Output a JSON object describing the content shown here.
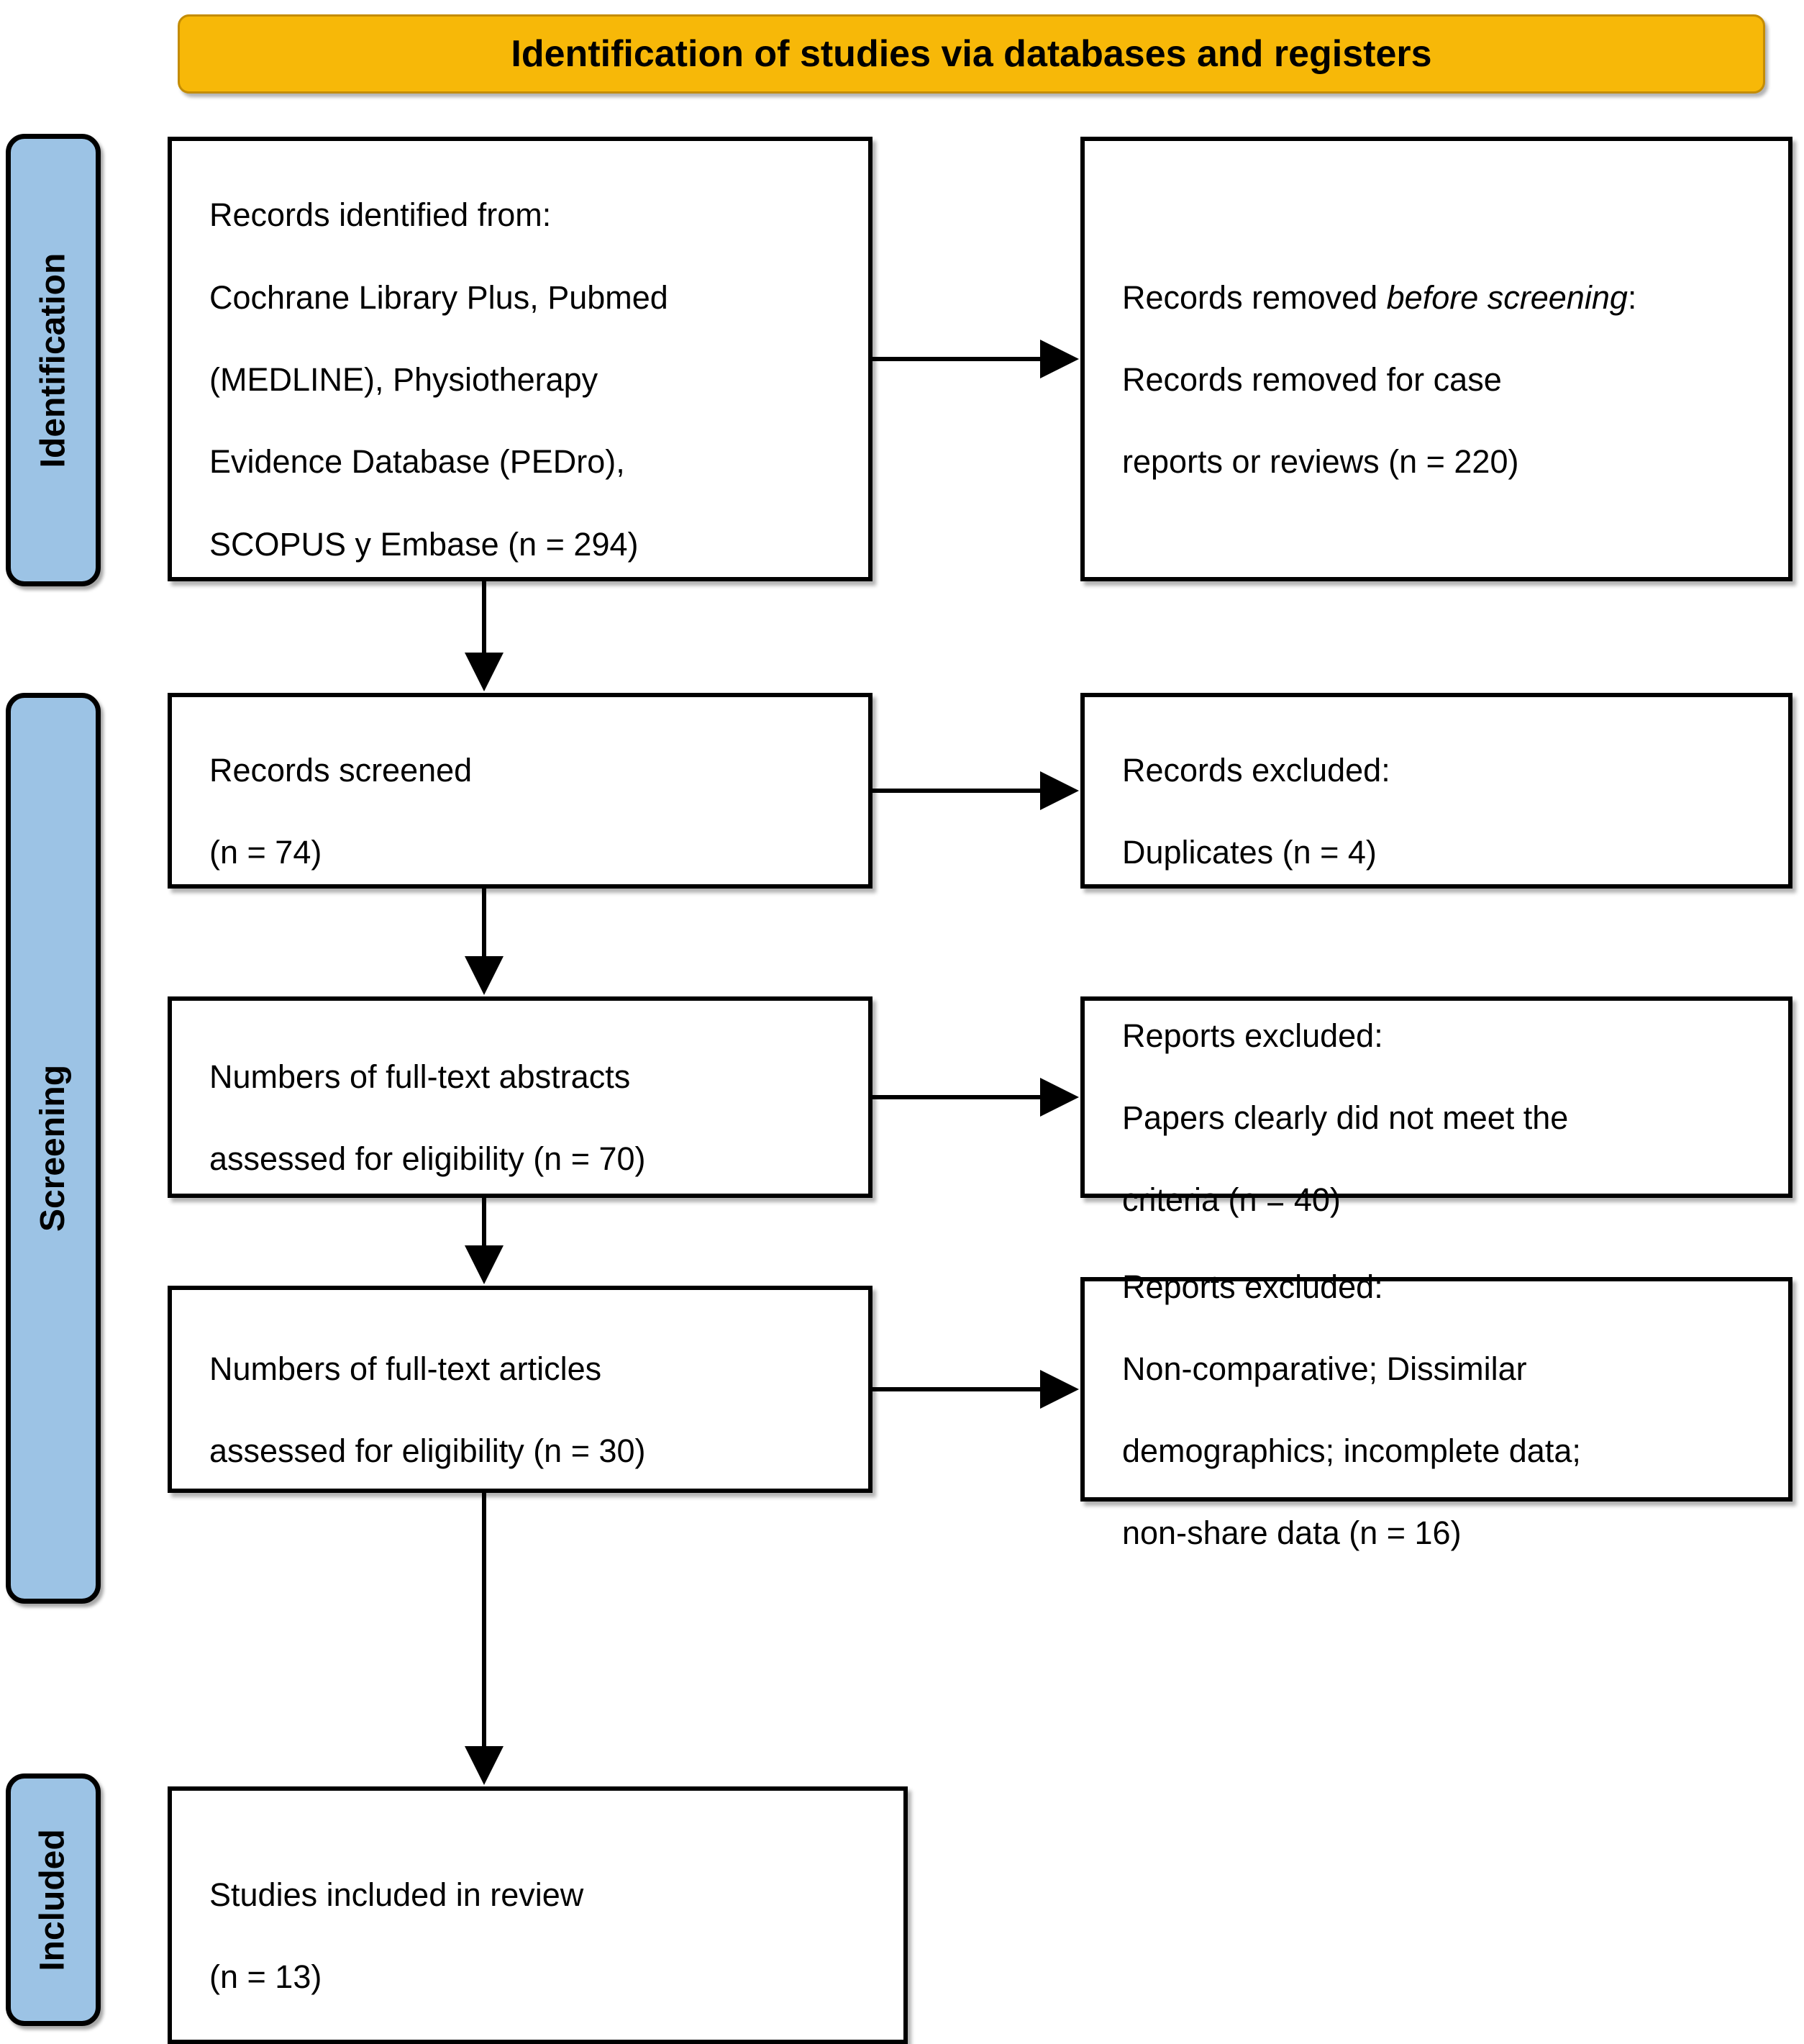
{
  "banner": {
    "title": "Identification of studies via databases and registers",
    "color": "#F7B808"
  },
  "stages": [
    {
      "key": "identification",
      "label": "Identification",
      "color": "#9CC3E5"
    },
    {
      "key": "screening",
      "label": "Screening",
      "color": "#9CC3E5"
    },
    {
      "key": "included",
      "label": "Included",
      "color": "#9CC3E5"
    }
  ],
  "boxes": {
    "records_identified": {
      "line1": "Records identified from:",
      "line2": "Cochrane Library Plus, Pubmed",
      "line3": "(MEDLINE), Physiotherapy",
      "line4": "Evidence Database (PEDro),",
      "line5": "SCOPUS y Embase (n = 294)",
      "n": 294
    },
    "records_removed": {
      "lead": "Records removed ",
      "emphasis": "before screening",
      "colon": ":",
      "line2": "Records removed for case",
      "line3": "reports or reviews (n = 220)",
      "n": 220
    },
    "records_screened": {
      "line1": "Records screened",
      "line2": "(n = 74)",
      "n": 74
    },
    "records_excluded": {
      "line1": "Records excluded:",
      "line2": "Duplicates (n = 4)",
      "n": 4
    },
    "abstracts_assessed": {
      "line1": "Numbers of full-text abstracts",
      "line2": "assessed for eligibility (n = 70)",
      "n": 70
    },
    "reports_excluded_1": {
      "line1": "Reports excluded:",
      "line2": "Papers clearly did not meet the",
      "line3": "criteria (n = 40)",
      "n": 40
    },
    "articles_assessed": {
      "line1": "Numbers of full-text articles",
      "line2": "assessed for eligibility (n = 30)",
      "n": 30
    },
    "reports_excluded_2": {
      "line1": "Reports excluded:",
      "line2": "Non-comparative; Dissimilar",
      "line3": "demographics; incomplete data;",
      "line4": "non-share data (n = 16)",
      "n": 16
    },
    "studies_included": {
      "line1": "Studies included in review",
      "line2": "(n = 13)",
      "n": 13
    }
  }
}
